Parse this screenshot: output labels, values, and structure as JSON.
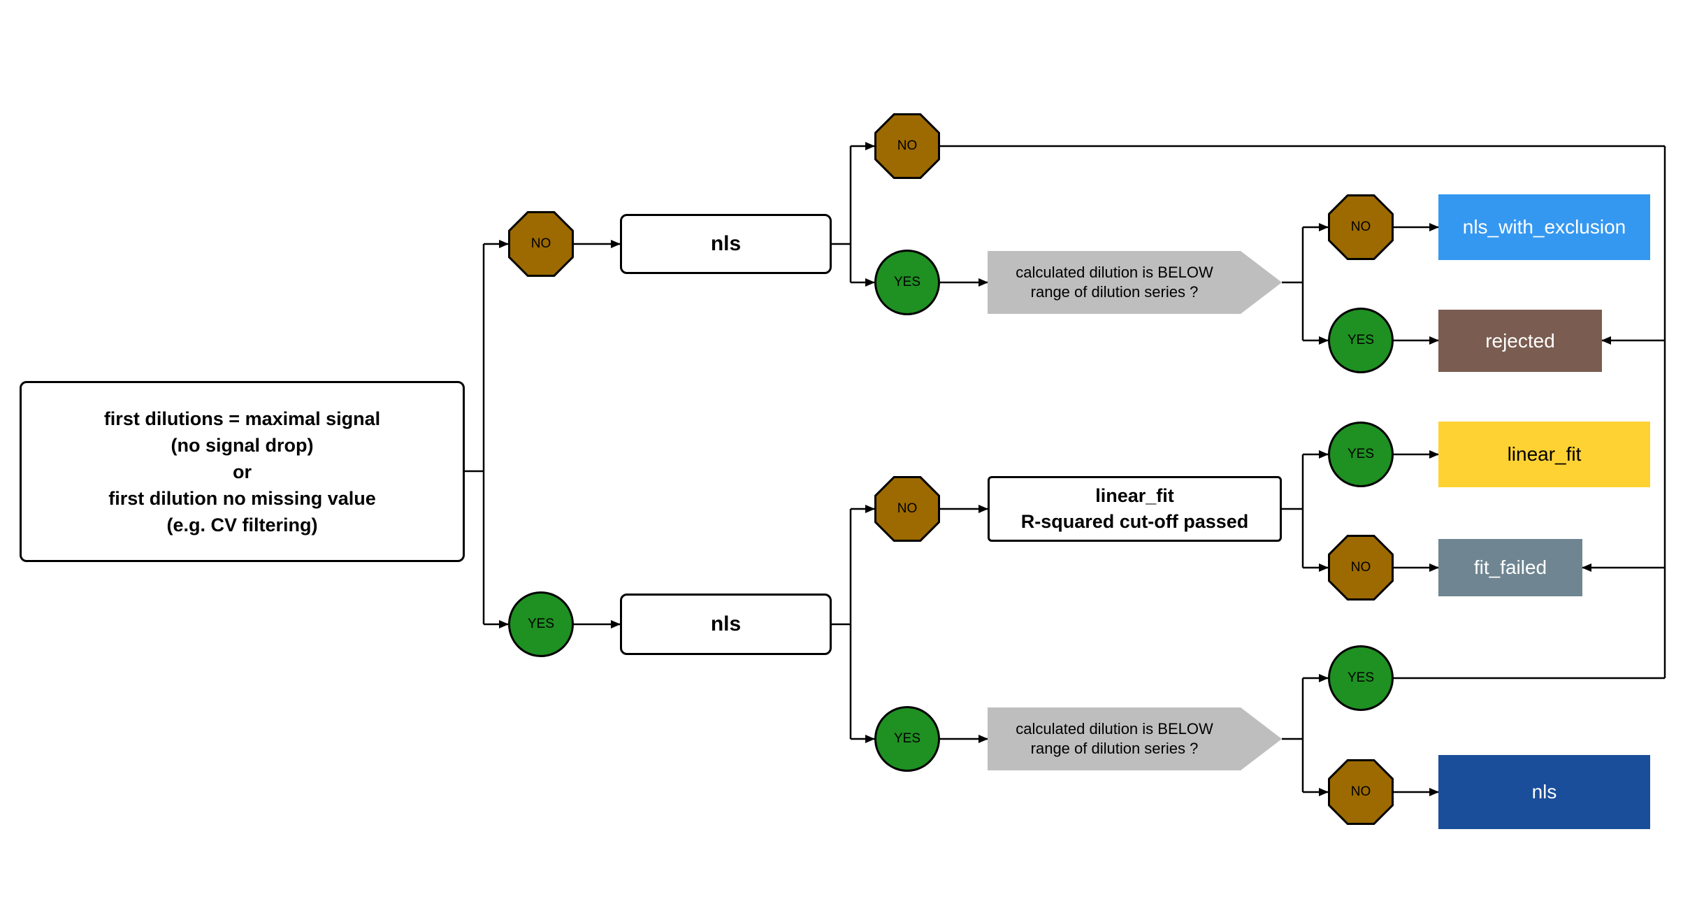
{
  "diagram": {
    "root": {
      "lines": [
        "first dilutions = maximal signal",
        "(no signal drop)",
        "or",
        "first dilution no missing value",
        "(e.g. CV filtering)"
      ]
    },
    "decision_labels": {
      "no": "NO",
      "yes": "YES"
    },
    "process": {
      "nls_top": "nls",
      "nls_bottom": "nls"
    },
    "questions": {
      "dilution_below_top": {
        "line1": "calculated dilution is BELOW",
        "line2": "range of dilution series ?"
      },
      "dilution_below_bottom": {
        "line1": "calculated dilution is BELOW",
        "line2": "range of dilution series ?"
      },
      "linear_fit_cutoff": {
        "line1": "linear_fit",
        "line2": "R-squared cut-off passed"
      }
    },
    "outcomes": {
      "nls_with_exclusion": {
        "label": "nls_with_exclusion",
        "color": "#3598F0",
        "text_color": "#FFFFFF"
      },
      "rejected": {
        "label": "rejected",
        "color": "#7A5C50",
        "text_color": "#FFFFFF"
      },
      "linear_fit": {
        "label": "linear_fit",
        "color": "#FFD234",
        "text_color": "#000000"
      },
      "fit_failed": {
        "label": "fit_failed",
        "color": "#6F8591",
        "text_color": "#FFFFFF"
      },
      "nls_final": {
        "label": "nls",
        "color": "#1A4E9B",
        "text_color": "#FFFFFF"
      }
    },
    "colors": {
      "no_octagon": "#9C6A00",
      "yes_circle": "#1F9022",
      "question_banner": "#BEBEBE",
      "edge": "#000000",
      "background": "#FFFFFF"
    }
  }
}
